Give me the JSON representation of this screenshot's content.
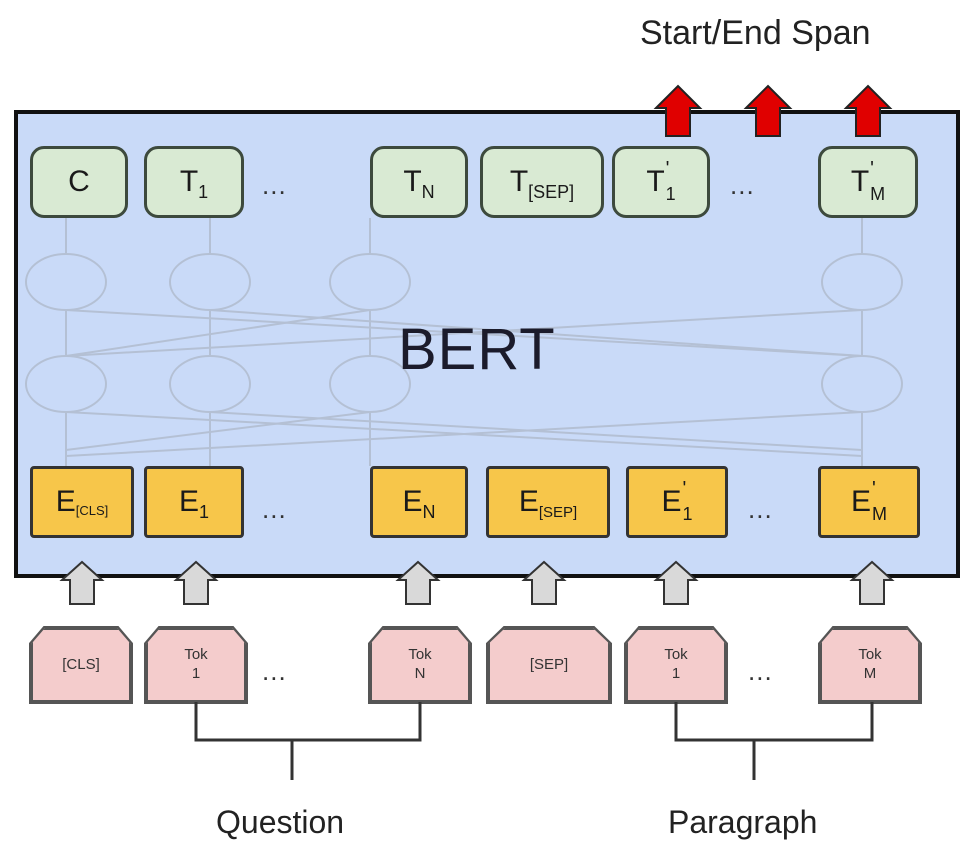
{
  "output_label": "Start/End Span",
  "model_label": "BERT",
  "ellipsis": "...",
  "outputs": {
    "c": "C",
    "t1_base": "T",
    "t1_sub": "1",
    "tn_base": "T",
    "tn_sub": "N",
    "tsep_base": "T",
    "tsep_sub": "[SEP]",
    "t1p_base": "T",
    "t1p_sub": "1",
    "t1p_sup": "'",
    "tmp_base": "T",
    "tmp_sub": "M",
    "tmp_sup": "'"
  },
  "embeddings": {
    "ecls_base": "E",
    "ecls_sub": "[CLS]",
    "e1_base": "E",
    "e1_sub": "1",
    "en_base": "E",
    "en_sub": "N",
    "esep_base": "E",
    "esep_sub": "[SEP]",
    "e1p_base": "E",
    "e1p_sub": "1",
    "e1p_sup": "'",
    "emp_base": "E",
    "emp_sub": "M",
    "emp_sup": "'"
  },
  "tokens": {
    "cls": "[CLS]",
    "tok1_a": "Tok",
    "tok1_b": "1",
    "tokn_a": "Tok",
    "tokn_b": "N",
    "sep": "[SEP]",
    "tok1p_a": "Tok",
    "tok1p_b": "1",
    "tokm_a": "Tok",
    "tokm_b": "M"
  },
  "group_labels": {
    "question": "Question",
    "paragraph": "Paragraph"
  },
  "colors": {
    "bert_fill": "#c9daf8",
    "output_fill": "#d9ead3",
    "embedding_fill": "#f7c64a",
    "token_fill": "#f4cccc",
    "span_arrow": "#e00000",
    "input_arrow": "#d9d9d9"
  }
}
